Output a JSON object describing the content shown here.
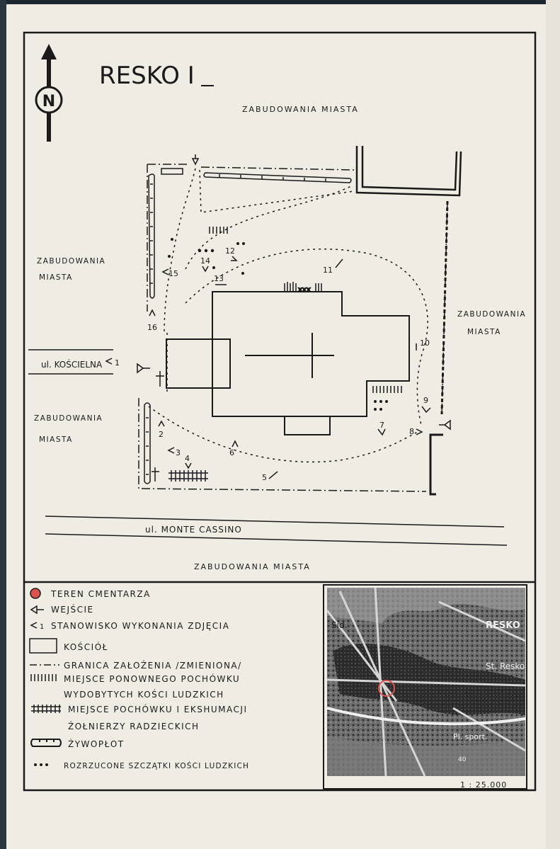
{
  "map": {
    "title": "RESKO I",
    "north_label": "N",
    "labels": {
      "top": "ZABUDOWANIA MIASTA",
      "left_upper_1": "ZABUDOWANIA",
      "left_upper_2": "MIASTA",
      "left_lower_1": "ZABUDOWANIA",
      "left_lower_2": "MIASTA",
      "right_1": "ZABUDOWANIA",
      "right_2": "MIASTA",
      "bottom": "ZABUDOWANIA MIASTA",
      "street_left": "ul. KOŚCIELNA",
      "street_bottom": "ul. MONTE CASSINO"
    },
    "photo_points": [
      "1",
      "2",
      "3",
      "4",
      "5",
      "6",
      "7",
      "8",
      "9",
      "10",
      "11",
      "12",
      "13",
      "14",
      "15",
      "16"
    ]
  },
  "legend": {
    "items": [
      {
        "symbol": "red-circle",
        "label": "TEREN CMENTARZA"
      },
      {
        "symbol": "entrance-arrow",
        "label": "WEJŚCIE"
      },
      {
        "symbol": "photo-point",
        "label": "STANOWISKO WYKONANIA ZDJĘCIA",
        "code": "1"
      },
      {
        "symbol": "rectangle",
        "label": "KOŚCIÓŁ"
      },
      {
        "symbol": "dash-dot-line",
        "label": "GRANICA ZAŁOŻENIA /ZMIENIONA/"
      },
      {
        "symbol": "vertical-hatch",
        "label": "MIEJSCE PONOWNEGO POCHÓWKU",
        "label2": "WYDOBYTYCH KOŚCI LUDZKICH"
      },
      {
        "symbol": "cross-hatch",
        "label": "MIEJSCE POCHÓWKU I EKSHUMACJI",
        "label2": "ŻOŁNIERZY RADZIECKICH"
      },
      {
        "symbol": "hedge",
        "label": "ŻYWOPŁOT"
      },
      {
        "symbol": "dots",
        "label": "ROZRZUCONE SZCZĄTKI KOŚCI LUDZKICH"
      }
    ]
  },
  "inset": {
    "labels": {
      "sid": "Sid.",
      "resko": "RESKO",
      "st_resko": "St. Resko",
      "pl_sport": "Pl. sport.",
      "contour": "40"
    },
    "scale": "1 : 25.000"
  },
  "colors": {
    "ink": "#1a1a1a",
    "paper": "#efece4",
    "marker": "#d9534f"
  }
}
